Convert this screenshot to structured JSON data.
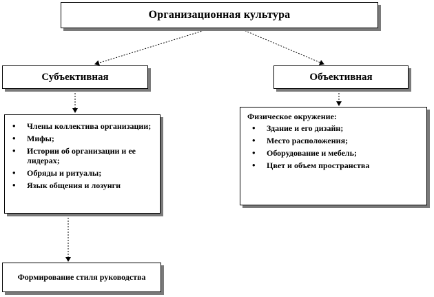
{
  "root": {
    "title": "Организационная культура"
  },
  "subjective": {
    "title": "Субъективная",
    "items": [
      "Члены коллектива организации;",
      "Мифы;",
      "Истории об организации и ее лидерах;",
      "Обряды и ритуалы;",
      "Язык общения и лозунги"
    ]
  },
  "objective": {
    "title": "Объективная",
    "heading": "Физическое окружение:",
    "items": [
      "Здание и его дизайн;",
      "Место расположения;",
      "Оборудование и мебель;",
      "Цвет и объем пространства"
    ]
  },
  "result": {
    "title": "Формирование стиля руководства"
  },
  "colors": {
    "border": "#000000",
    "shadow": "#7a7a7a",
    "background": "#ffffff"
  }
}
